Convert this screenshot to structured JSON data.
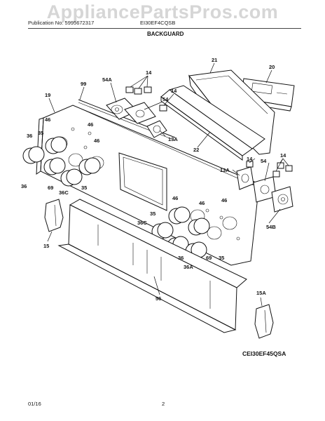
{
  "watermark": "AppliancePartsPros.com",
  "header": {
    "publication": "Publication No: 5995672317",
    "model": "EI30EF4CQSB",
    "section": "BACKGUARD"
  },
  "callouts": {
    "c14a": "14",
    "c14b": "14",
    "c14c": "14",
    "c14d": "14",
    "c54a": "54A",
    "c54": "54",
    "c54b": "54B",
    "c99": "99",
    "c21": "21",
    "c20": "20",
    "c19": "19",
    "c46a": "46",
    "c46b": "46",
    "c46c": "46",
    "c46d": "46",
    "c46e": "46",
    "c46f": "46",
    "c36a": "36",
    "c36b": "36",
    "c36c": "36",
    "c35a": "35",
    "c35b": "35",
    "c35c": "35",
    "c35d": "35",
    "c36Ca": "36C",
    "c36Cb": "36C",
    "c69a": "69",
    "c69b": "69",
    "c36A": "36A",
    "c13Aa": "13A",
    "c13Ab": "13A",
    "c22": "22",
    "c15": "15",
    "c15A": "15A",
    "c56": "56"
  },
  "footer": {
    "date": "01/16",
    "page": "2",
    "drawing_code": "CEI30EF45QSA"
  }
}
